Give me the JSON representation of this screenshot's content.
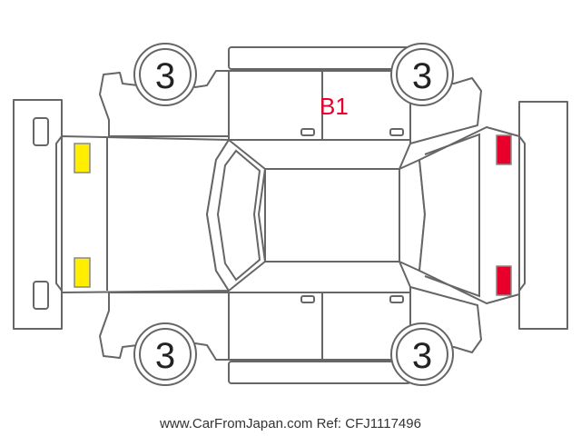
{
  "tire_numbers": {
    "front_left": "3",
    "front_right": "3",
    "rear_left": "3",
    "rear_right": "3"
  },
  "damage_code": "B1",
  "footer": "www.CarFromJapan.com Ref: CFJ1117496",
  "colors": {
    "outline": "#666666",
    "damage_text": "#e8002a",
    "headlight": "#ffee00",
    "taillight": "#e8002a"
  }
}
